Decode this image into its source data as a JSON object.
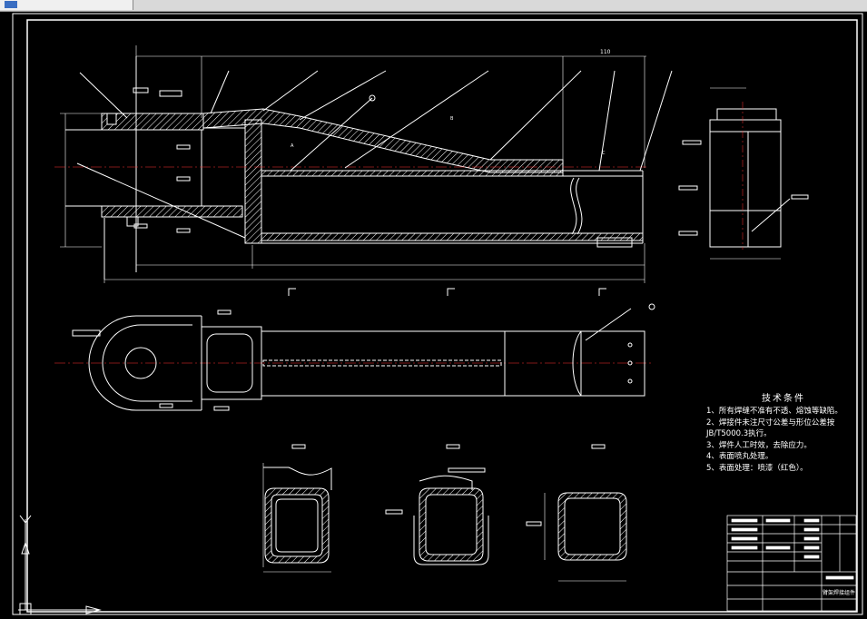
{
  "window": {
    "tab_label": ""
  },
  "drawing": {
    "tech_requirements": {
      "title": "技术条件",
      "items": [
        "1、所有焊缝不准有不透、熔蚀等缺陷。",
        "2、焊接件未注尺寸公差与形位公差按",
        "JB/T5000.3执行。",
        "3、焊件人工时效，去除应力。",
        "4、表面喷丸处理。",
        "5、表面处理：喷漆（红色）。"
      ]
    },
    "dimension_labels": {
      "top_right": "110"
    },
    "section_marks": {
      "a": "A",
      "b": "B",
      "c": "C"
    },
    "title_block": {
      "name": "臂架焊接组件"
    }
  },
  "colors": {
    "lines": "#ffffff",
    "background": "#000000",
    "hatch": "#ffffff",
    "center": "#ff3333"
  }
}
